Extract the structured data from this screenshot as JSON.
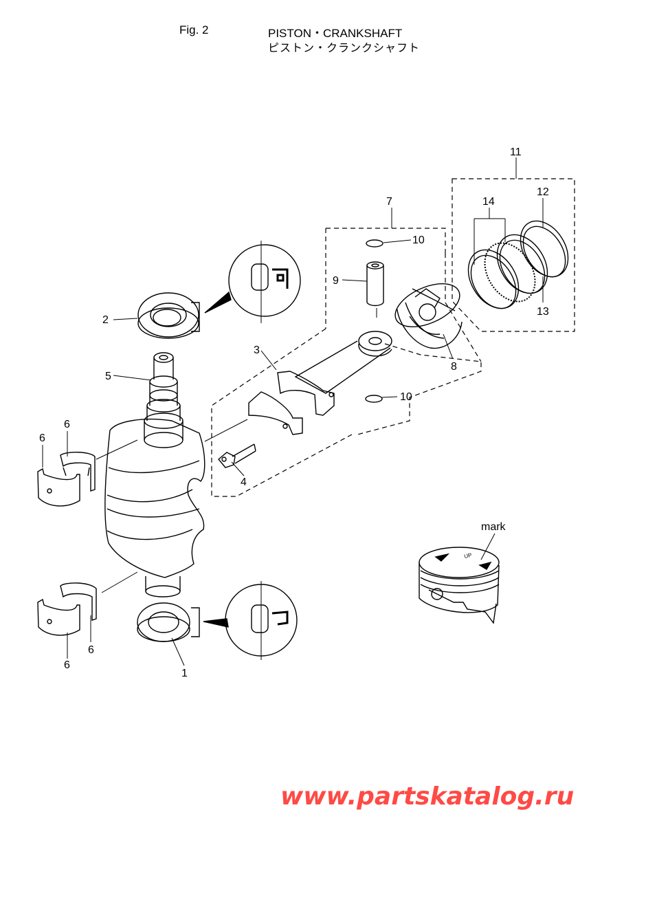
{
  "header": {
    "fig": "Fig. 2",
    "title_en": "PISTON・CRANKSHAFT",
    "title_jp": "ピストン・クランクシャフト"
  },
  "callouts": {
    "c1": "1",
    "c2": "2",
    "c3": "3",
    "c4": "4",
    "c5": "5",
    "c6a": "6",
    "c6b": "6",
    "c6c": "6",
    "c6d": "6",
    "c7": "7",
    "c8": "8",
    "c9": "9",
    "c10a": "10",
    "c10b": "10",
    "c11": "11",
    "c12": "12",
    "c13": "13",
    "c14": "14",
    "mark": "mark",
    "up": "UP"
  },
  "watermark": "www.partskatalog.ru",
  "colors": {
    "line": "#000000",
    "watermark": "#ff4a45"
  }
}
